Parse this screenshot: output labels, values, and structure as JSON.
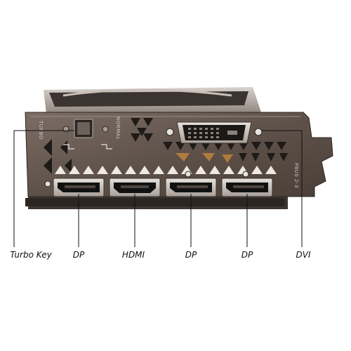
{
  "labels": {
    "turbo_key": "Turbo Key",
    "dp_1": "DP",
    "hdmi": "HDMI",
    "dp_2": "DP",
    "dp_3": "DP",
    "dvi": "DVI"
  },
  "bracket_markings": {
    "turbo": "TURBO",
    "normal": "NORMAL",
    "code": "P8U0 2-3"
  },
  "colors": {
    "bracket": "#6f6259",
    "bracket_dark": "#2c2622",
    "port_black": "#111111",
    "callout_line": "#111111",
    "fan_orange": "#c98b3c"
  }
}
